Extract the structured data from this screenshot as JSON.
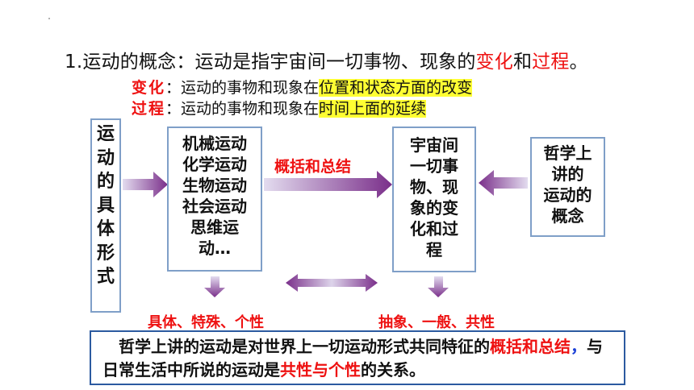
{
  "title": {
    "prefix": "1.运动的概念：运动是指宇宙间一切事物、现象的",
    "term1": "变化",
    "and": "和",
    "term2": "过程",
    "end": "。"
  },
  "definitions": [
    {
      "term": "变化",
      "text": "：运动的事物和现象在",
      "highlight": "位置和状态方面的改变"
    },
    {
      "term": "过程",
      "text": "：运动的事物和现象在",
      "highlight": "时间上面的延续"
    }
  ],
  "left_box": {
    "text": "运动的具体形式"
  },
  "forms_box": {
    "lines": [
      "机械运动",
      "化学运动",
      "生物运动",
      "社会运动",
      "思维运",
      "动…"
    ]
  },
  "summary_label": "概括和总结",
  "concept_box": {
    "lines": [
      "宇宙间",
      "一切事",
      "物、现",
      "象的变",
      "化和过",
      "程"
    ]
  },
  "philosophy_box": {
    "lines": [
      "哲学上",
      "讲的",
      "运动的",
      "概念"
    ]
  },
  "label_left": "具体、特殊、个性",
  "label_right": "抽象、一般、共性",
  "conclusion": {
    "part1": "哲学上讲的运动是对世界上一切运动形式共同特征的",
    "red1": "概括和总结",
    "comma": "，",
    "part2": "与日常生活中所说的运动是",
    "red2": "共性与个性",
    "part3": "的关系。"
  },
  "colors": {
    "accent_red": "#ee1111",
    "highlight_yellow": "#ffff33",
    "box_border": "#7f9fc8",
    "summary_border": "#2c5aa0",
    "arrow_dark": "#7a2f8a",
    "arrow_light": "#e3dcef"
  }
}
